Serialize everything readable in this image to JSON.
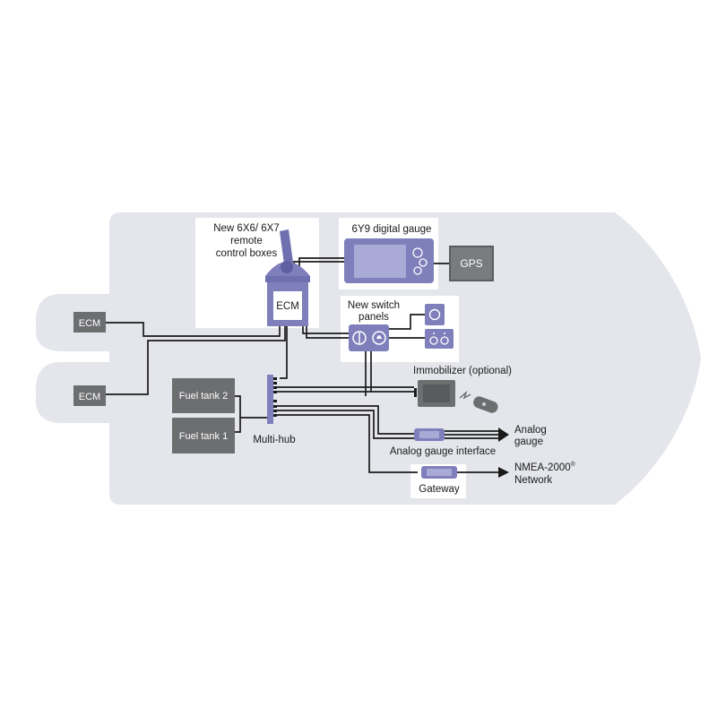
{
  "labels": {
    "remote_line1": "New 6X6/ 6X7",
    "remote_line2": "remote",
    "remote_line3": "control boxes",
    "ecm_main": "ECM",
    "gauge_title": "6Y9 digital gauge",
    "gps": "GPS",
    "switch_line1": "New switch",
    "switch_line2": "panels",
    "immobilizer": "Immobilizer (optional)",
    "ecm_engine_1": "ECM",
    "ecm_engine_2": "ECM",
    "fuel_tank_2": "Fuel tank 2",
    "fuel_tank_1": "Fuel tank 1",
    "multi_hub": "Multi-hub",
    "analog_interface": "Analog gauge interface",
    "analog_gauge_line1": "Analog",
    "analog_gauge_line2": "gauge",
    "gateway": "Gateway",
    "nmea_line1": "NMEA-2000",
    "nmea_sup": "®",
    "nmea_line2": "Network"
  },
  "colors": {
    "hull": "#e4e6ec",
    "component_purple": "#7e7fbb",
    "component_purple_light": "#a9aad6",
    "dark_box": "#6d6e70",
    "gps_box": "#7a7b7d",
    "wire": "#1a1a1a",
    "panel_bg": "#ffffff"
  }
}
